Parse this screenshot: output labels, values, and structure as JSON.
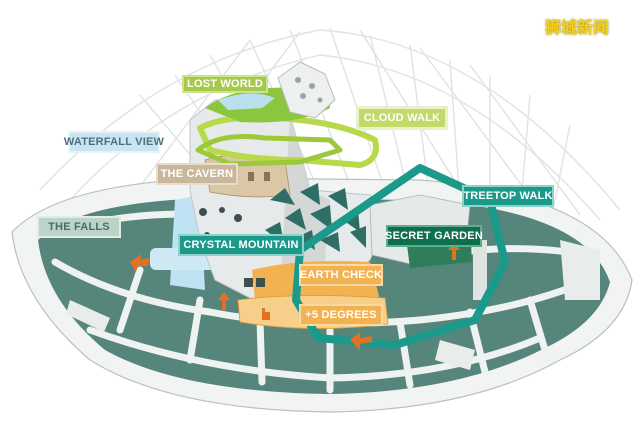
{
  "watermark": "狮城新闻",
  "labels": {
    "lost_world": "LOST WORLD",
    "cloud_walk": "CLOUD WALK",
    "waterfall_view": "WATERFALL VIEW",
    "the_cavern": "THE CAVERN",
    "treetop_walk": "TREETOP WALK",
    "the_falls": "THE FALLS",
    "crystal_mountain": "CRYSTAL MOUNTAIN",
    "secret_garden": "SECRET GARDEN",
    "earth_check": "EARTH CHECK",
    "plus_5_degrees": "+5 DEGREES"
  },
  "colors": {
    "lime": "#a5c94a",
    "lime_dark": "#8cb832",
    "light_blue": "#c7e6f1",
    "tan": "#c9b79b",
    "teal": "#1b9a8b",
    "dark_green": "#0f6e4e",
    "sage": "#bcd4c8",
    "orange": "#f3b251",
    "slate": "#56857c",
    "arrow": "#e5701f"
  }
}
